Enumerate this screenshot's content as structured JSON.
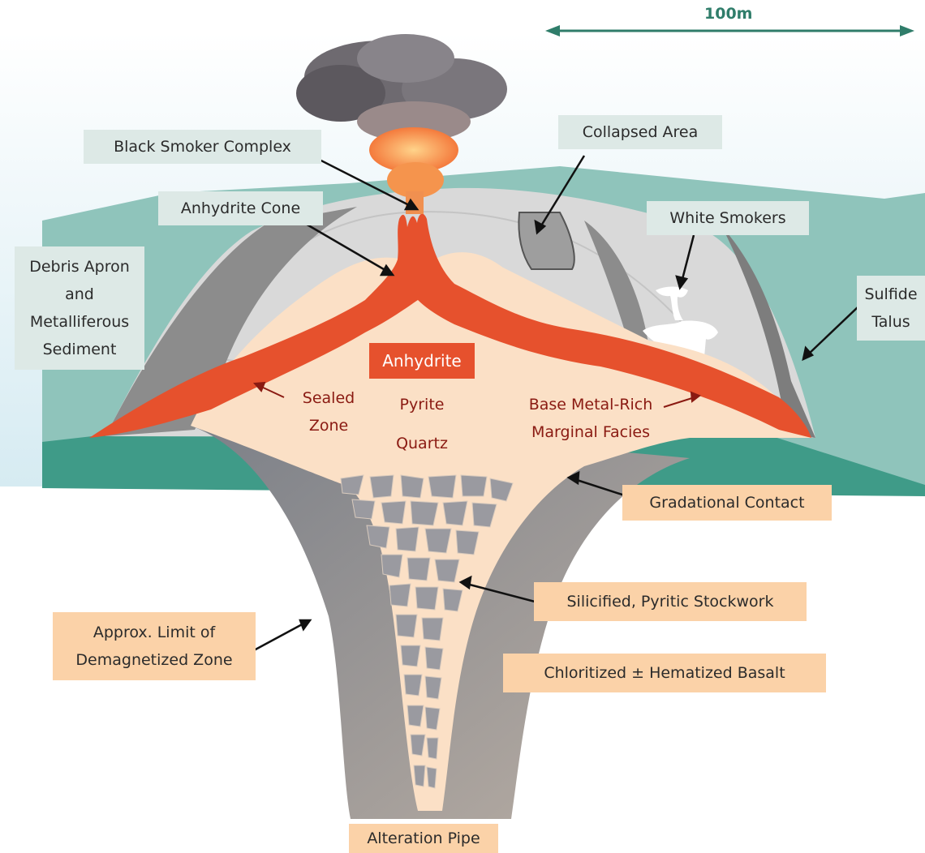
{
  "scale": {
    "label": "100m"
  },
  "labels": {
    "black_smoker_complex": "Black Smoker Complex",
    "collapsed_area": "Collapsed Area",
    "anhydrite_cone": "Anhydrite Cone",
    "white_smokers": "White Smokers",
    "debris_apron": [
      "Debris Apron",
      "and",
      "Metalliferous",
      "Sediment"
    ],
    "sulfide_talus": [
      "Sulfide",
      "Talus"
    ],
    "anhydrite": "Anhydrite",
    "sealed_zone": [
      "Sealed",
      "Zone"
    ],
    "pyrite": "Pyrite",
    "quartz": "Quartz",
    "base_metal": [
      "Base Metal-Rich",
      "Marginal Facies"
    ],
    "gradational_contact": "Gradational Contact",
    "stockwork": "Silicified, Pyritic Stockwork",
    "demagnetized": [
      "Approx. Limit of",
      "Demagnetized Zone"
    ],
    "chloritized": "Chloritized ± Hematized Basalt",
    "alteration_pipe": "Alteration Pipe"
  },
  "colors": {
    "seafloor": "#8fc4bb",
    "anhydrite_layer": "#e6512d",
    "sulfide_body": "#fbe0c6",
    "alteration_pipe": "#9a9ba0",
    "label_teal": "#dde9e6",
    "label_orange": "#fbd2a8",
    "scale_green": "#2f7d6a"
  }
}
